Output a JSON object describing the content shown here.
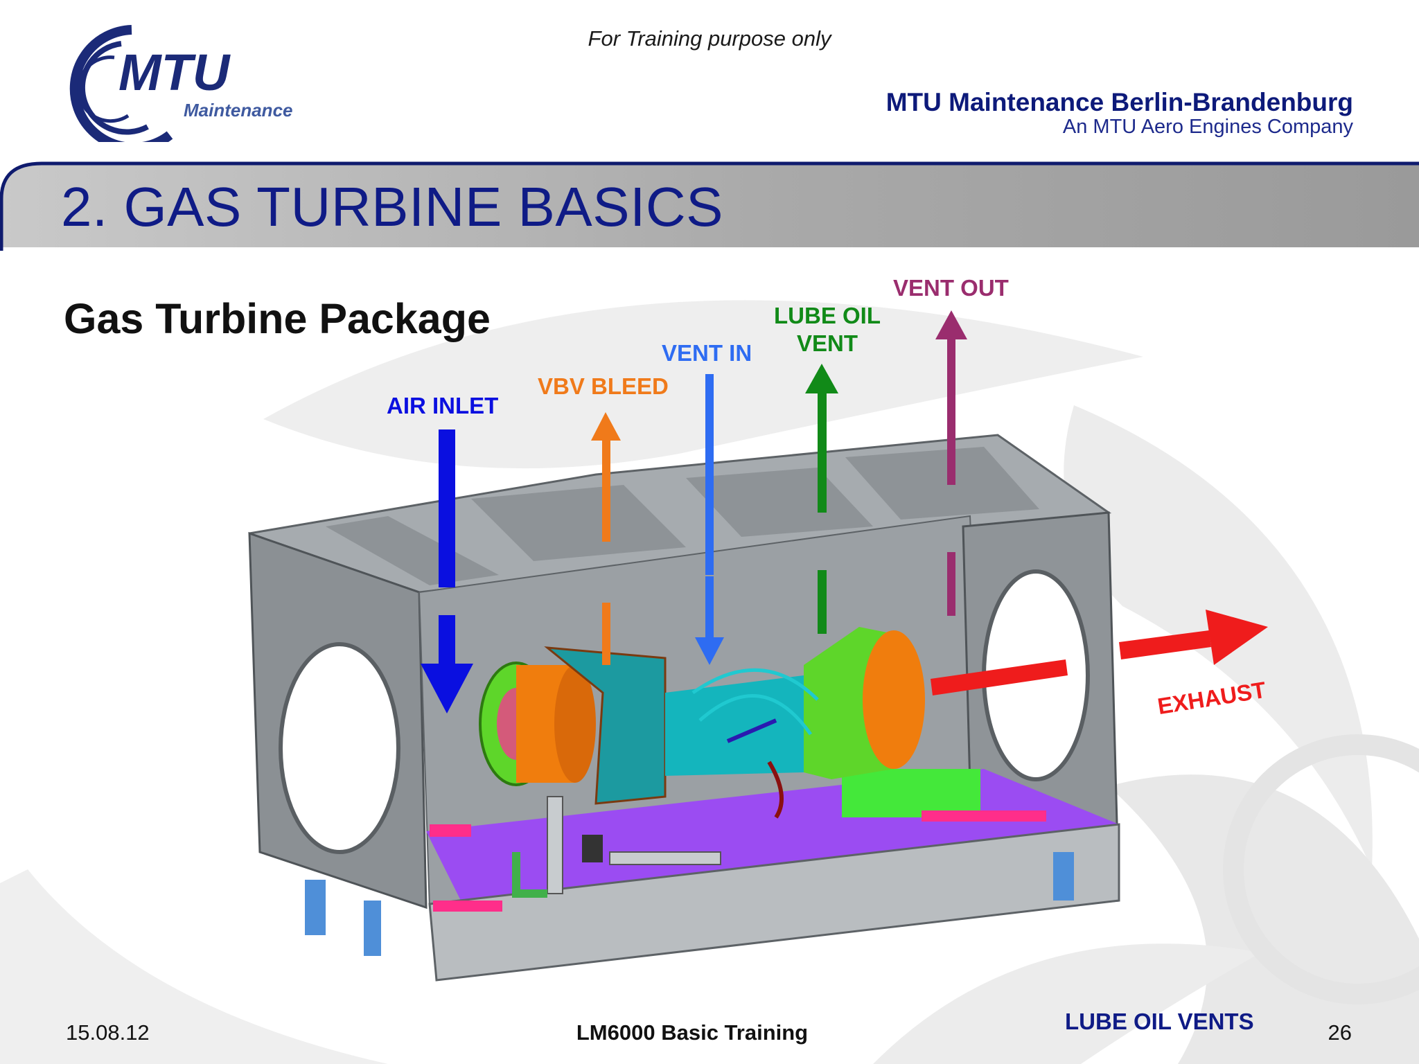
{
  "header": {
    "training_note": "For Training purpose only",
    "company_name": "MTU Maintenance Berlin-Brandenburg",
    "company_sub": "An MTU Aero Engines Company",
    "logo_text": "MTU",
    "logo_sub": "Maintenance"
  },
  "section_title": "2. GAS TURBINE BASICS",
  "slide_heading": "Gas Turbine Package",
  "diagram": {
    "labels": {
      "air_inlet": "AIR INLET",
      "vbv_bleed": "VBV BLEED",
      "vent_in": "VENT IN",
      "lube_oil_vent_line1": "LUBE OIL",
      "lube_oil_vent_line2": "VENT",
      "vent_out": "VENT OUT",
      "exhaust": "EXHAUST"
    },
    "colors": {
      "air_inlet": "#0a0fe0",
      "vbv_bleed": "#f07a1a",
      "vent_in": "#2e6cf2",
      "lube_oil_vent": "#118a18",
      "vent_out": "#9a2d6e",
      "exhaust": "#ef1c1c",
      "enclosure": "#8f9599",
      "engine_compressor": "#f07d0d",
      "engine_inlet": "#5ed62a",
      "engine_core": "#14b5bd",
      "base_skid": "#9b4cf2"
    }
  },
  "footer": {
    "date": "15.08.12",
    "course": "LM6000 Basic Training",
    "topic": "LUBE OIL VENTS",
    "page": "26"
  }
}
